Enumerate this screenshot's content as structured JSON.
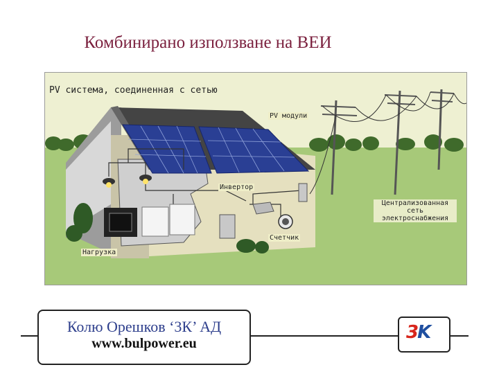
{
  "slide": {
    "title": "Комбинирано използване на ВЕИ"
  },
  "diagram": {
    "title": "PV система, соединенная с сетью",
    "labels": {
      "modules": "PV модули",
      "inverter": "Инвертор",
      "meter": "Счетчик",
      "load": "Нагрузка",
      "grid": "Централизованная сеть электроснабжения"
    }
  },
  "footer": {
    "author": "Колю Орешков ‘3К’ АД",
    "url": "www.bulpower.eu",
    "logo": {
      "part1": "3",
      "part2": "K"
    }
  },
  "colors": {
    "title": "#7a1f3d",
    "author": "#2d3e8c",
    "logo_red": "#d8261c",
    "logo_blue": "#1f4fa0"
  }
}
